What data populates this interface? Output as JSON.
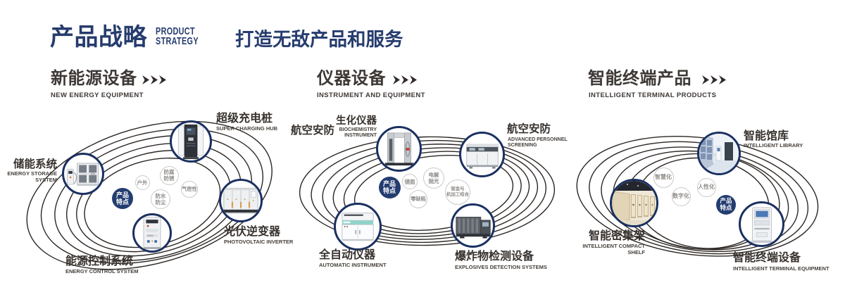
{
  "header": {
    "title_cn": "产品战略",
    "title_en": "PRODUCT\nSTRATEGY",
    "slogan": "打造无敌产品和服务"
  },
  "colors": {
    "brand_navy": "#263c6e",
    "node_ring_navy": "#1b3061",
    "badge_navy": "#233d70",
    "heading_dark": "#3d3835",
    "orbit_line": "#2c2724",
    "bubble_gray": "#8f8c89"
  },
  "sections": [
    {
      "title": "新能源设备",
      "subtitle": "NEW ENERGY EQUIPMENT",
      "feature_badge": "产品特点",
      "features": [
        "户外",
        "防腐\n防锈",
        "防水\n防尘",
        "气密性"
      ],
      "nodes": [
        {
          "title": "储能系统",
          "subtitle": "ENERGY STORAGE\nSYSTEM",
          "icon": "battery-storage-cabinet"
        },
        {
          "title": "超级充电桩",
          "subtitle": "SUPER CHARGING HUB",
          "icon": "charging-pile"
        },
        {
          "title": "光伏逆变器",
          "subtitle": "PHOTOVOLTAIC INVERTER",
          "icon": "inverter-cabinet"
        },
        {
          "title": "能源控制系统",
          "subtitle": "ENERGY CONTROL SYSTEM",
          "icon": "control-cabinet"
        }
      ]
    },
    {
      "title": "仪器设备",
      "subtitle": "INSTRUMENT AND EQUIPMENT",
      "feature_badge": "产品特点",
      "features": [
        "镜面",
        "电解\n抛光",
        "零缺陷",
        "钣金与\n机加工结合"
      ],
      "side_label": "航空安防",
      "nodes": [
        {
          "title": "生化仪器",
          "subtitle": "BIOCHEMISTRY\nINSTRUMENT",
          "icon": "security-gate"
        },
        {
          "title": "航空安防",
          "subtitle": "ADVANCED PERSONNEL\nSCREENING",
          "icon": "screening-machine"
        },
        {
          "title": "全自动仪器",
          "subtitle": "AUTOMATIC INSTRUMENT",
          "icon": "automatic-analyzer"
        },
        {
          "title": "爆炸物检测设备",
          "subtitle": "EXPLOSIVES DETECTION SYSTEMS",
          "icon": "explosives-detector"
        }
      ]
    },
    {
      "title": "智能终端产品",
      "subtitle": "INTELLIGENT TERMINAL PRODUCTS",
      "feature_badge": "产品特点",
      "features": [
        "智慧化",
        "数字化",
        "人性化"
      ],
      "nodes": [
        {
          "title": "智能馆库",
          "subtitle": "INTELLIGENT LIBRARY",
          "icon": "intelligent-library"
        },
        {
          "title": "智能密集架",
          "subtitle": "INTELLIGENT COMPACT\nSHELF",
          "icon": "compact-shelf"
        },
        {
          "title": "智能终端设备",
          "subtitle": "INTELLIGENT TERMINAL EQUIPMENT",
          "icon": "terminal-kiosk"
        }
      ]
    }
  ]
}
